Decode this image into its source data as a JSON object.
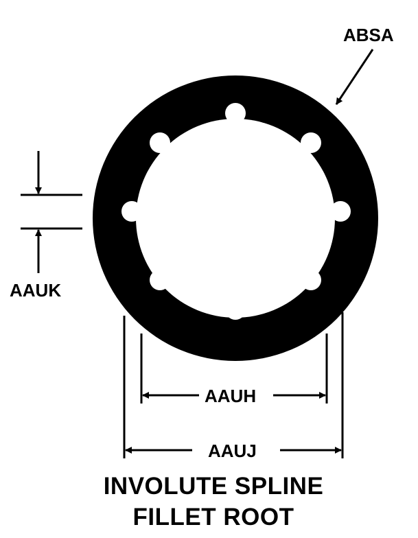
{
  "labels": {
    "outer": "ABSA",
    "thickness": "AAUK",
    "fillet_diameter": "AAUH",
    "outer_diameter": "AAUJ"
  },
  "caption": {
    "line1": "INVOLUTE SPLINE",
    "line2": "FILLET ROOT"
  },
  "colors": {
    "ink": "#000000",
    "paper": "#ffffff"
  }
}
